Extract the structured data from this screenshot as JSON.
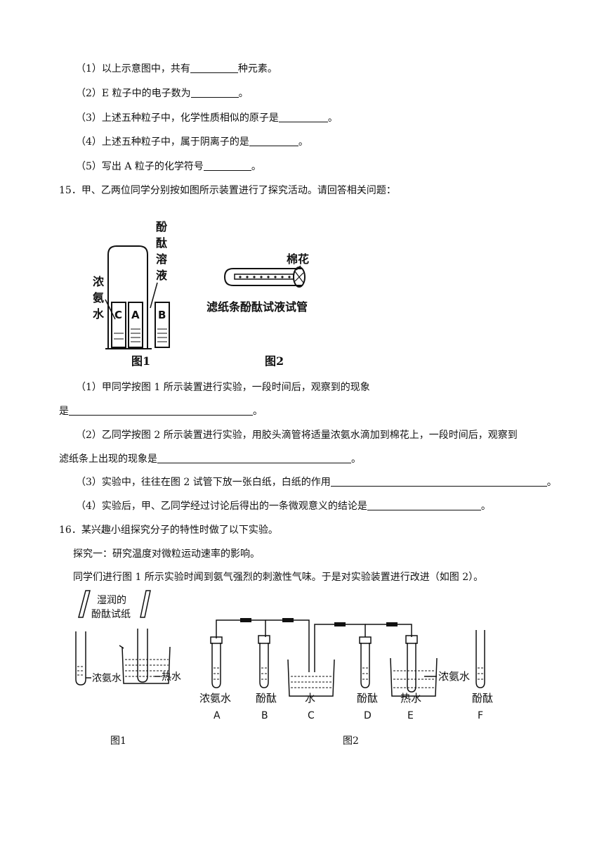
{
  "q14": {
    "s1_a": "（1）以上示意图中，共有",
    "s1_b": "种元素。",
    "s2_a": "（2）E 粒子中的电子数为",
    "s2_b": "。",
    "s3_a": "（3）上述五种粒子中，化学性质相似的原子是",
    "s3_b": "。",
    "s4_a": "（4）上述五种粒子中，属于阴离子的是",
    "s4_b": "。",
    "s5_a": "（5）写出 A 粒子的化学符号",
    "s5_b": "。"
  },
  "q15": {
    "stem": "15．甲、乙两位同学分别按如图所示装置进行了探究活动。请回答相关问题：",
    "fig1": {
      "label_phenol": [
        "酚",
        "酞",
        "溶",
        "液"
      ],
      "label_ammonia": [
        "浓",
        "氨",
        "水"
      ],
      "beakers": [
        "C",
        "A",
        "B"
      ],
      "caption": "图1"
    },
    "fig2": {
      "label_cotton": "棉花",
      "label_bottom": "滤纸条酚酞试液试管",
      "caption": "图2"
    },
    "s1_a": "（1）甲同学按图 1 所示装置进行实验，一段时间后，观察到的现象",
    "s1_b": "是",
    "s1_c": "。",
    "s2_a": "（2）乙同学按图 2 所示装置进行实验，用胶头滴管将适量浓氨水滴加到棉花上，一段时间后，观察到",
    "s2_b": "滤纸条上出现的现象是",
    "s2_c": "。",
    "s3_a": "（3）实验中，往往在图 2 试管下放一张白纸，白纸的作用",
    "s3_b": "。",
    "s4_a": "（4）实验后，甲、乙同学经过讨论后得出的一条微观意义的结论是",
    "s4_b": "。"
  },
  "q16": {
    "stem": "16．某兴趣小组探究分子的特性时做了以下实验。",
    "explore1": "探究一：研究温度对微粒运动速率的影响。",
    "desc": "同学们进行图 1 所示实验时闻到氨气强烈的刺激性气味。于是对实验装置进行改进（如图 2）。",
    "fig1": {
      "label_paper_1": "湿润的",
      "label_paper_2": "酚酞试纸",
      "label_ammonia": "浓氨水",
      "label_hot": "热水",
      "caption": "图1"
    },
    "fig2": {
      "tubes": [
        {
          "name": "浓氨水",
          "letter": "A"
        },
        {
          "name": "酚酞",
          "letter": "B"
        },
        {
          "name": "水",
          "letter": "C"
        },
        {
          "name": "酚酞",
          "letter": "D"
        },
        {
          "name": "热水",
          "letter": "E"
        },
        {
          "name": "酚酞",
          "letter": "F"
        }
      ],
      "label_e_ammonia": "浓氨水",
      "caption": "图2"
    }
  }
}
